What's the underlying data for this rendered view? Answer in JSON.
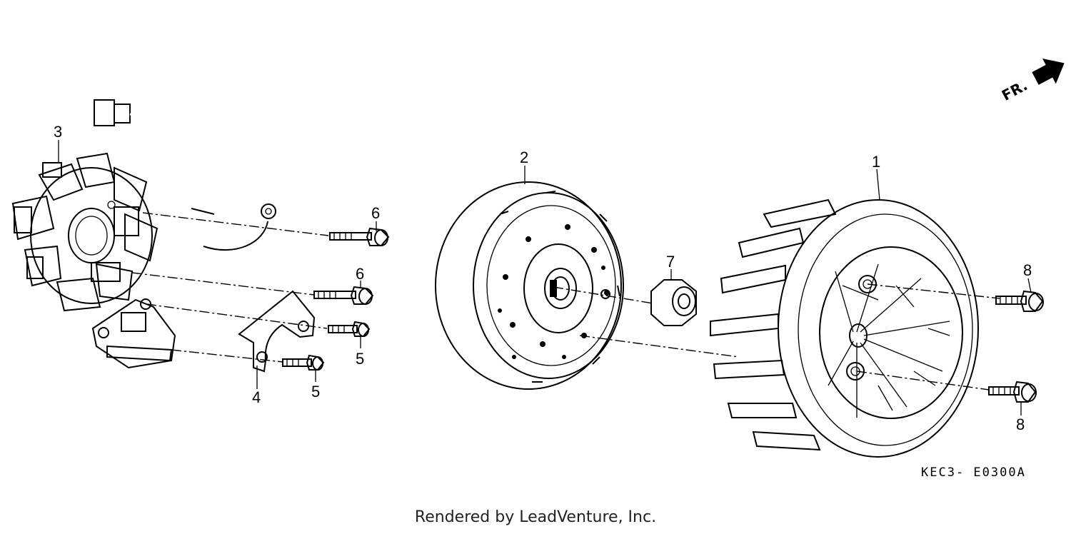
{
  "callouts": {
    "c1": "1",
    "c2": "2",
    "c3": "3",
    "c4": "4",
    "c5a": "5",
    "c5b": "5",
    "c6a": "6",
    "c6b": "6",
    "c7": "7",
    "c8a": "8",
    "c8b": "8"
  },
  "direction_label": "FR.",
  "diagram_code": "KEC3- E0300A",
  "footer_text": "Rendered by LeadVenture, Inc."
}
